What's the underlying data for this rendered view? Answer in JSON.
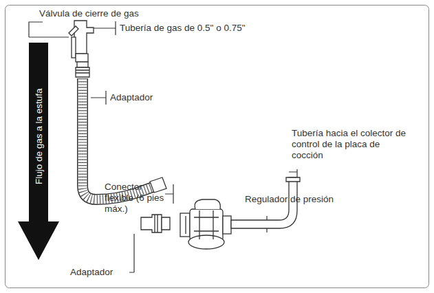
{
  "diagram": {
    "nodes": [
      {
        "text": [
          "Flujo de gas a la estufa"
        ]
      }
    ],
    "labels": [
      "Válvula de cierre de gas",
      "Tubería de gas de 0.5\" o 0.75\"",
      "Adaptador",
      "Conector flexible (6 pies máx.)",
      "Regulador de presión",
      "Tubería hacia el colector de control de la placa de cocción",
      "Adaptador"
    ]
  }
}
